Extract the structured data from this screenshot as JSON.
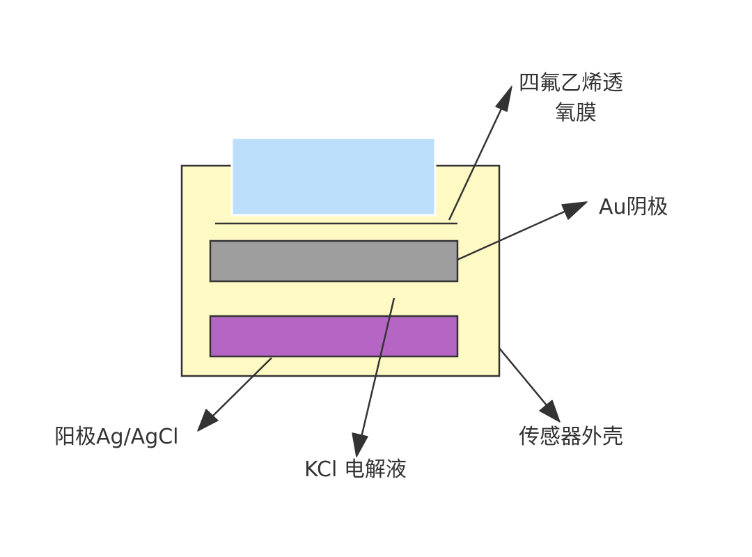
{
  "labels": {
    "ptfe_line1": "四氟乙烯透",
    "ptfe_line2": "氧膜",
    "cathode": "Au阴极",
    "anode": "阳极Ag/AgCl",
    "electrolyte": "KCl 电解液",
    "housing": "传感器外壳"
  },
  "colors": {
    "housing": "#fff9c4",
    "membrane": "#bbdefb",
    "cathode": "#9e9e9e",
    "anode": "#b565c4",
    "stroke": "#333333"
  }
}
